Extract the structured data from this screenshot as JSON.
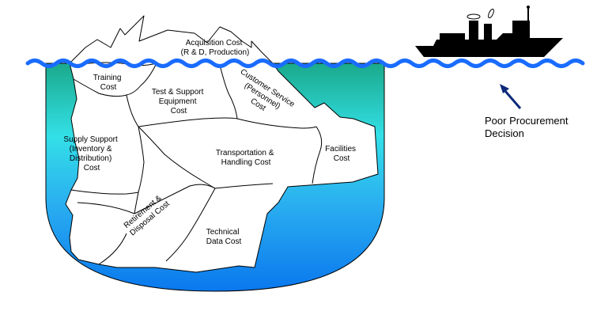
{
  "iceberg": {
    "regions": [
      {
        "id": "acquisition",
        "lines": [
          "Acquisition Cost",
          "(R & D, Production)"
        ]
      },
      {
        "id": "training",
        "lines": [
          "Training",
          "Cost"
        ]
      },
      {
        "id": "test-support",
        "lines": [
          "Test & Support",
          "Equipment",
          "Cost"
        ]
      },
      {
        "id": "customer-service",
        "lines": [
          "Customer Service",
          "(Personnel)",
          "Cost"
        ]
      },
      {
        "id": "supply-support",
        "lines": [
          "Supply Support",
          "(Inventory &",
          "Distribution)",
          "Cost"
        ]
      },
      {
        "id": "transportation",
        "lines": [
          "Transportation &",
          "Handling Cost"
        ]
      },
      {
        "id": "facilities",
        "lines": [
          "Facilities",
          "Cost"
        ]
      },
      {
        "id": "retirement",
        "lines": [
          "Retirement &",
          "Disposal Cost"
        ]
      },
      {
        "id": "technical-data",
        "lines": [
          "Technical",
          "Data Cost"
        ]
      }
    ]
  },
  "callout": {
    "lines": [
      "Poor Procurement",
      "Decision"
    ]
  },
  "colors": {
    "water_top": "#1aa98b",
    "water_mid": "#33e0e8",
    "water_bottom": "#0a78ee",
    "wave": "#1a6cff",
    "arrow": "#0d2a7a"
  },
  "icons": [
    "ship-icon",
    "arrow-icon"
  ]
}
